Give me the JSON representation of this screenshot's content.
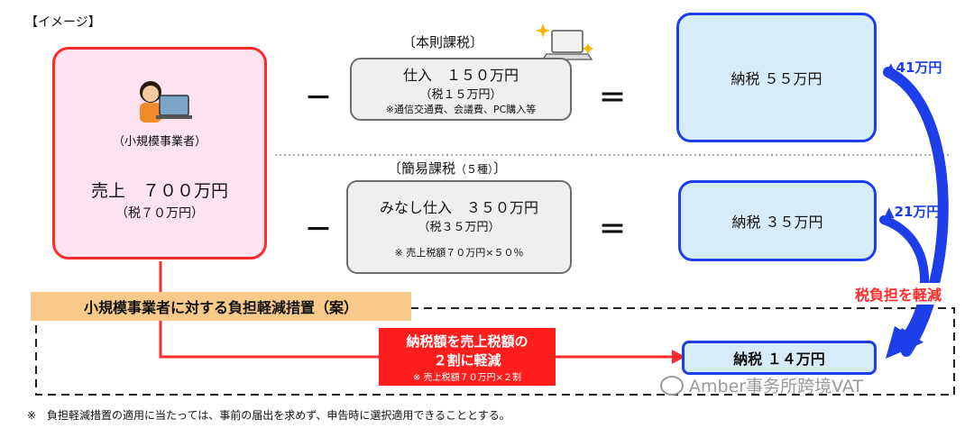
{
  "header": {
    "image_tag": "【イメージ】"
  },
  "sales_box": {
    "person_label": "（小規模事業者）",
    "sales": "売上　７００万円",
    "sales_tax": "（税７０万円）"
  },
  "standard": {
    "title": "〔本則課税〕",
    "purchase": "仕入　１５０万円",
    "purchase_tax": "（税１５万円）",
    "purchase_note": "※通信交通費、会議費、PC購入等",
    "result": "納税 ５５万円",
    "reduction": "▲41万円"
  },
  "simplified": {
    "title": "〔簡易課税",
    "title_sub": "（５種）",
    "title_end": "〕",
    "purchase": "みなし仕入　３５０万円",
    "purchase_tax": "（税３５万円）",
    "purchase_note": "※ 売上税額７０万円×５０％",
    "result": "納税 ３５万円",
    "reduction": "▲21万円"
  },
  "measure": {
    "banner": "小規模事業者に対する負担軽減措置（案）",
    "red_line1": "納税額を売上税額の",
    "red_line2": "２割に軽減",
    "red_note": "※ 売上税額７０万円×２割",
    "result": "納税 １４万円",
    "burden_label": "税負担を軽減"
  },
  "operators": {
    "minus": "－",
    "equals": "＝"
  },
  "watermark": "Amber事务所跨境VAT",
  "footnote": "※　負担軽減措置の適用に当たっては、事前の届出を求めず、申告時に選択適用できることとする。",
  "colors": {
    "blue": "#1d3ee8",
    "red": "#ff2a2a",
    "banner": "#f9c98a",
    "pink": "#fde2ef",
    "light_blue": "#d6ecfb"
  }
}
